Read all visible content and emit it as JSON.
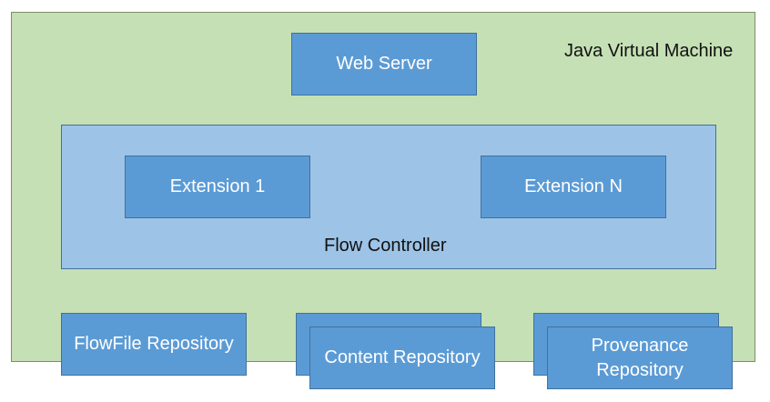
{
  "diagram": {
    "container_label": "Java Virtual Machine",
    "web_server_label": "Web Server",
    "flow_controller_label": "Flow Controller",
    "extensions": [
      {
        "label": "Extension 1"
      },
      {
        "label": "Extension N"
      }
    ],
    "repositories": [
      {
        "label": "FlowFile Repository"
      },
      {
        "label": "Content Repository"
      },
      {
        "label": "Provenance Repository"
      }
    ]
  },
  "colors": {
    "jvm_fill": "#c5e0b4",
    "controller_fill": "#9dc3e6",
    "box_fill": "#5b9bd5",
    "box_border": "#41719c"
  }
}
